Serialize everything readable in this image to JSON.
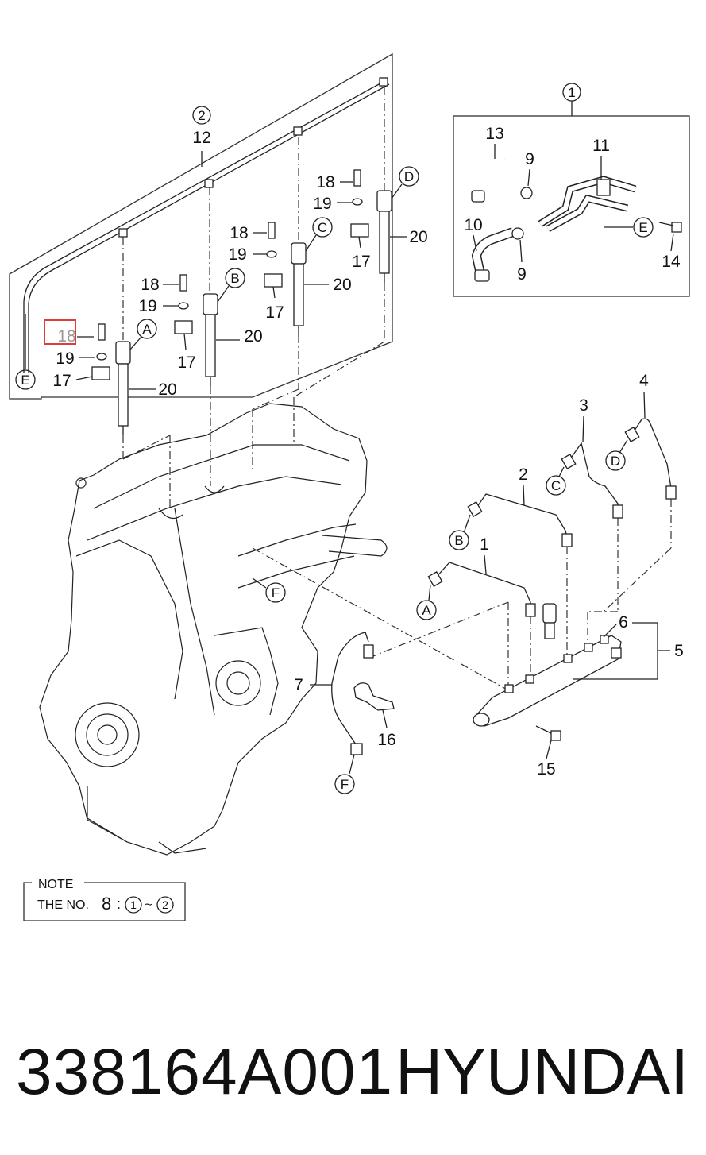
{
  "callouts": {
    "top_group": "2",
    "right_group": "1",
    "fuel_rail_group_12": "12"
  },
  "labels": {
    "n18": "18",
    "n19": "19",
    "n17": "17",
    "n20": "20",
    "n13": "13",
    "n9": "9",
    "n11": "11",
    "n10": "10",
    "n14": "14",
    "n2": "2",
    "n3": "3",
    "n4": "4",
    "n1": "1",
    "n5": "5",
    "n6": "6",
    "n7": "7",
    "n15": "15",
    "n16": "16"
  },
  "letters": {
    "A": "A",
    "B": "B",
    "C": "C",
    "D": "D",
    "E": "E",
    "F": "F"
  },
  "note": {
    "title": "NOTE",
    "prefix": "THE NO.",
    "number": "8",
    "colon": ":",
    "from": "1",
    "tilde": "~",
    "to": "2"
  },
  "highlight": {
    "part_number": "18"
  },
  "footer": {
    "part_number": "338164A001",
    "brand": "HYUNDAI"
  }
}
